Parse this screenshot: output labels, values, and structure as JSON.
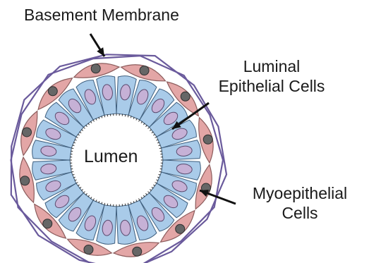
{
  "labels": {
    "basement_membrane": "Basement Membrane",
    "luminal_line1": "Luminal",
    "luminal_line2": "Epithelial Cells",
    "lumen": "Lumen",
    "myo_line1": "Myoepithelial",
    "myo_line2": "Cells"
  },
  "colors": {
    "basement_membrane": "#6a5a9c",
    "myoepithelial_fill": "#e3a6a6",
    "myoepithelial_stroke": "#8c5c5c",
    "myo_nucleus": "#666666",
    "luminal_fill": "#a9cbe9",
    "luminal_stroke": "#3f5f7e",
    "luminal_nucleus": "#c6b1d6",
    "microvilli": "#333333",
    "arrow": "#111111"
  },
  "cell_counts": {
    "myoepithelial_cells": 12,
    "luminal_epithelial_cells": 24
  }
}
